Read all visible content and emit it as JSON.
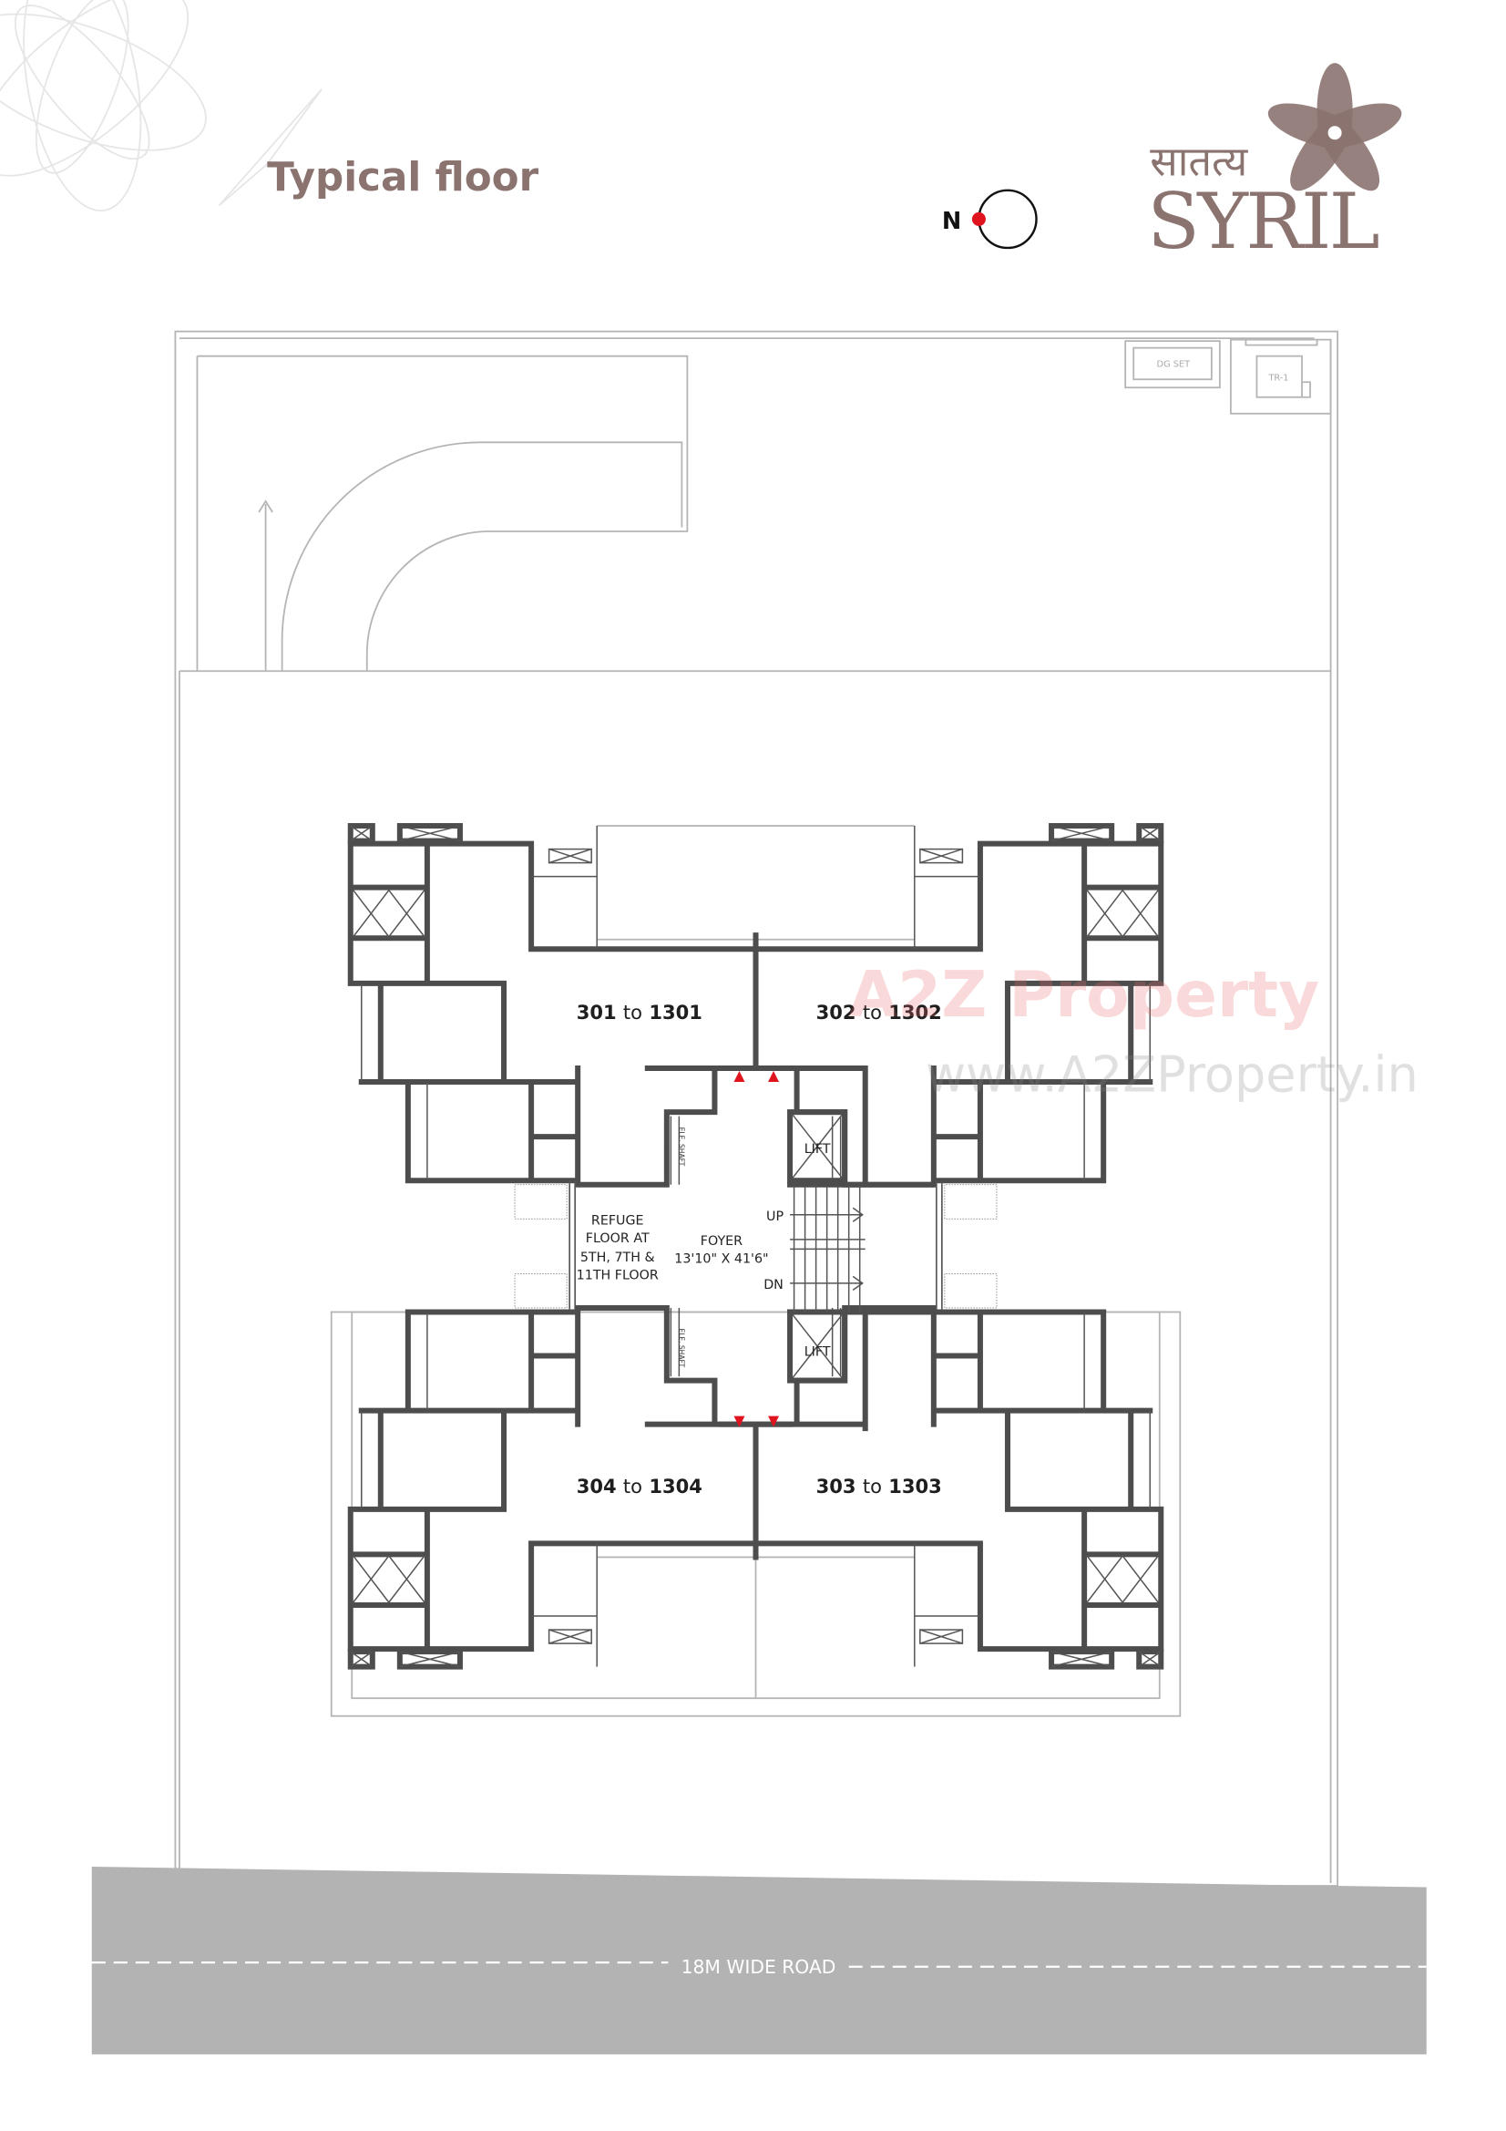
{
  "header": {
    "title": "Typical floor",
    "compass_label": "N",
    "logo": {
      "devanagari": "सातत्य",
      "name": "SYRIL"
    },
    "brand_color": "#8b7370"
  },
  "site": {
    "dg_set": "DG SET",
    "transformer": "TR-1",
    "road_label": "18M WIDE ROAD",
    "road_color": "#b3b3b3"
  },
  "plan": {
    "units": [
      {
        "from": "301",
        "to": "1301"
      },
      {
        "from": "302",
        "to": "1302"
      },
      {
        "from": "304",
        "to": "1304"
      },
      {
        "from": "303",
        "to": "1303"
      }
    ],
    "to_word": "to",
    "refuge_lines": [
      "REFUGE",
      "FLOOR AT",
      "5TH, 7TH &",
      "11TH FLOOR"
    ],
    "foyer": {
      "label": "FOYER",
      "size": "13'10\" X 41'6\""
    },
    "lift_label": "LIFT",
    "shaft_label": "ELE. SHAFT",
    "stair_up": "UP",
    "stair_down": "DN",
    "entry_marker_color": "#e0141e"
  },
  "watermark": {
    "brand": "A2Z Property",
    "url": "www.A2ZProperty.in"
  }
}
